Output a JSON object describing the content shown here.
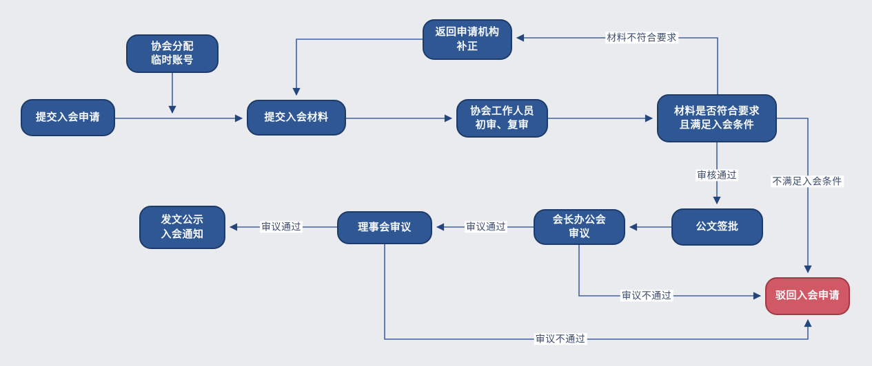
{
  "diagram": {
    "title": "membership-application-flowchart",
    "colors": {
      "background": "#e9ebef",
      "node_fill": "#2e5794",
      "node_border": "#1d3a68",
      "reject_fill": "#d15965",
      "reject_border": "#9e3a46",
      "connector": "#41619c",
      "node_text": "#f7f9fc",
      "edge_label_text": "#3d4c6e"
    },
    "nodes": {
      "submit_application": {
        "label": "提交入会申请"
      },
      "assign_account": {
        "label": "协会分配\n临时账号"
      },
      "submit_materials": {
        "label": "提交入会材料"
      },
      "return_correction": {
        "label": "返回申请机构\n补正"
      },
      "staff_review": {
        "label": "协会工作人员\n初审、复审"
      },
      "materials_check": {
        "label": "材料是否符合要求\n且满足入会条件"
      },
      "doc_approval": {
        "label": "公文签批"
      },
      "president_meeting": {
        "label": "会长办公会\n审议"
      },
      "council_review": {
        "label": "理事会审议"
      },
      "publish_notice": {
        "label": "发文公示\n入会通知"
      },
      "reject_application": {
        "label": "驳回入会申请"
      }
    },
    "edge_labels": {
      "materials_not_meet": "材料不符合要求",
      "review_passed": "审核通过",
      "not_meet_conditions": "不满足入会条件",
      "deliberation_passed_council": "审议通过",
      "deliberation_passed_publish": "审议通过",
      "deliberation_failed_president": "审议不通过",
      "deliberation_failed_council": "审议不通过"
    }
  }
}
